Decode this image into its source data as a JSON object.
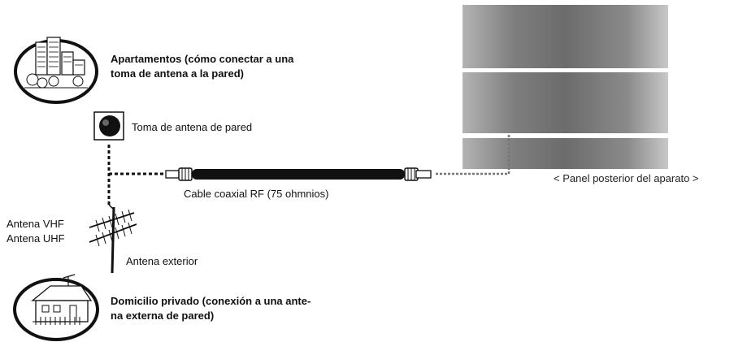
{
  "labels": {
    "apartments_title_line1": "Apartamentos (cómo conectar a una",
    "apartments_title_line2": "toma de antena a la pared)",
    "wall_socket": "Toma de antena de pared",
    "cable": "Cable coaxial RF (75 ohmnios)",
    "rear_panel": "< Panel posterior del aparato >",
    "antenna_vhf": "Antena VHF",
    "antenna_uhf": "Antena UHF",
    "outdoor_antenna": "Antena exterior",
    "home_title_line1": "Domicilio privado (conexión a una ante-",
    "home_title_line2": "na externa de pared)"
  },
  "icons": {
    "apartments": "apartment-buildings-icon",
    "home": "house-icon",
    "socket": "wall-antenna-socket-icon",
    "antenna": "outdoor-antenna-icon",
    "connector": "coaxial-plug-icon"
  },
  "colors": {
    "line": "#111111",
    "cable": "#111111",
    "panel_mid": "#6c6c6c",
    "panel_light": "#c8c8c8"
  }
}
